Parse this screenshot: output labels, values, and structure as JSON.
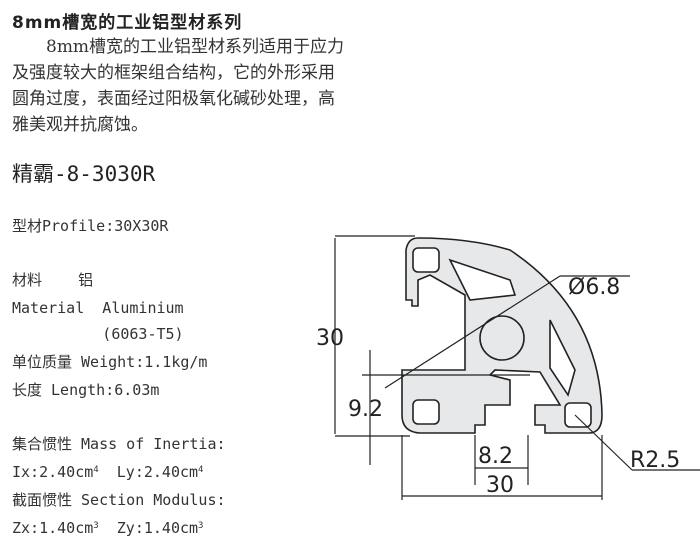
{
  "header": {
    "title": "8mm槽宽的工业铝型材系列"
  },
  "description": {
    "lines": [
      "　　8mm槽宽的工业铝型材系列适用于应力",
      "及强度较大的框架组合结构，它的外形采用",
      "圆角过度，表面经过阳极氧化碱砂处理，高",
      "雅美观并抗腐蚀。"
    ]
  },
  "product": {
    "model": "精霸-8-3030R"
  },
  "specs": {
    "profile": "型材Profile:30X30R",
    "material_cn": "材料    铝",
    "material_en": "Material  Aluminium",
    "material_grade": "          (6063-T5)",
    "weight": "单位质量 Weight:1.1kg/m",
    "length": "长度 Length:6.03m",
    "inertia_label": "集合惯性 Mass of Inertia:",
    "ix_prefix": "Ix:2.40cm",
    "ix_exp": "4",
    "ly_prefix": "  Ly:2.40cm",
    "ly_exp": "4",
    "modulus_label": "截面惯性 Section Modulus:",
    "zx_prefix": "Zx:1.40cm",
    "zx_exp": "3",
    "zy_prefix": "  Zy:1.40cm",
    "zy_exp": "3"
  },
  "drawing": {
    "dim_height": "30",
    "dim_width": "30",
    "dim_offset": "9.2",
    "dim_slot": "8.2",
    "dim_hole": "Ø6.8",
    "dim_radius": "R2.5",
    "fill_color": "#e6e8ea",
    "line_color": "#222222"
  }
}
